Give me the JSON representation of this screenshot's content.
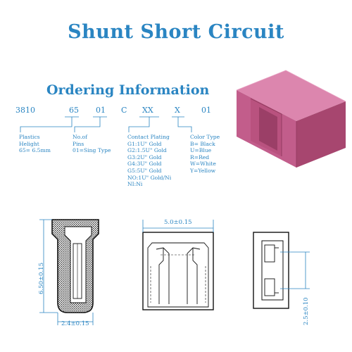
{
  "title": "Shunt Short Circuit",
  "ordering": {
    "heading": "Ordering Information",
    "code_parts": [
      "3810",
      "65",
      "01",
      "C",
      "XX",
      "X",
      "01"
    ],
    "groups": [
      {
        "lines": [
          "Plastics",
          "Helight",
          "65= 6.5mm"
        ]
      },
      {
        "lines": [
          "No.of",
          "Pins",
          "01=Sing Type"
        ]
      },
      {
        "lines": [
          "Contact Plating",
          "G1:1U\" Gold",
          "G2:1.5U\" Gold",
          "G3:2U\" Gold",
          "G4:3U\" Gold",
          "G5:5U\" Gold",
          "NO:1U\" Gold/Ni",
          "NI:Ni"
        ]
      },
      {
        "lines": [
          "Color Type",
          "B= Black",
          "U=Blue",
          "R=Red",
          "W=White",
          "Y=Yellow"
        ]
      }
    ]
  },
  "dimensions": {
    "height": "6.50±0.15",
    "width": "2.4±0.15",
    "length": "5.0±0.15",
    "pitch": "2.5±0.10"
  },
  "colors": {
    "accent": "#2a85c2",
    "shunt_front": "#c25d8b",
    "shunt_top": "#dc86ae",
    "shunt_side": "#a7466f"
  }
}
